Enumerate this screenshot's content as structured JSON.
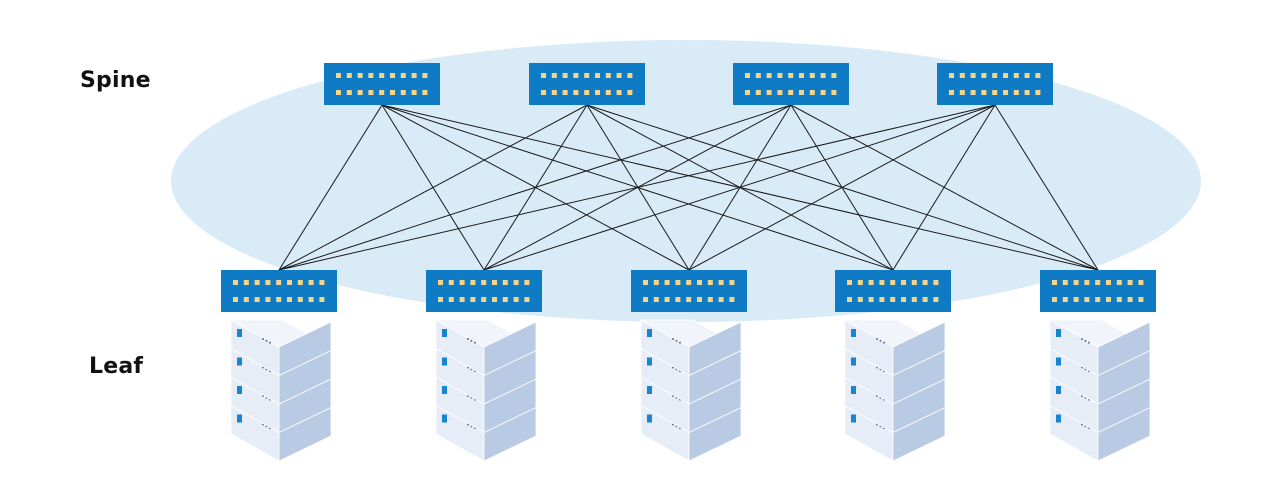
{
  "labels": {
    "spine": "Spine",
    "leaf": "Leaf"
  },
  "spine_switches": [
    {
      "icon": "switch-icon"
    },
    {
      "icon": "switch-icon"
    },
    {
      "icon": "switch-icon"
    },
    {
      "icon": "switch-icon"
    }
  ],
  "leaf_switches": [
    {
      "icon": "switch-icon"
    },
    {
      "icon": "switch-icon"
    },
    {
      "icon": "switch-icon"
    },
    {
      "icon": "switch-icon"
    },
    {
      "icon": "switch-icon"
    }
  ],
  "server_racks": [
    {
      "icon": "server-rack-icon",
      "units": 4
    },
    {
      "icon": "server-rack-icon",
      "units": 4
    },
    {
      "icon": "server-rack-icon",
      "units": 4
    },
    {
      "icon": "server-rack-icon",
      "units": 4
    },
    {
      "icon": "server-rack-icon",
      "units": 4
    }
  ],
  "links": "full-mesh",
  "colors": {
    "switch": "#0f7bc4",
    "port": "#f4d58a",
    "fabric": "#d9ebf7",
    "link": "#1a1a1a",
    "server_face": "#e6edf7",
    "server_side": "#b9cbe4",
    "server_top": "#f1f5fb",
    "server_led": "#1b84cf"
  }
}
